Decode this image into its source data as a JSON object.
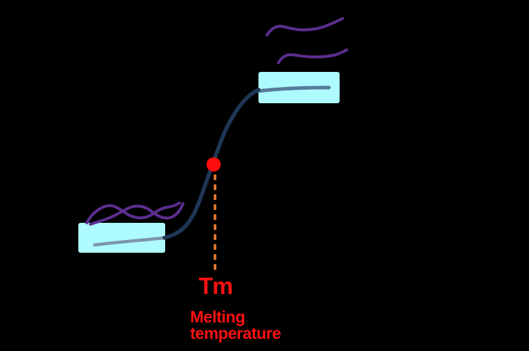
{
  "figure": {
    "background": "#000000",
    "labels": {
      "tm": "Tm",
      "melting_line1": "Melting",
      "melting_line2": "temperature"
    },
    "colors": {
      "curve": "#1f3555",
      "strand_in_box_low": "#7e95a9",
      "strand_in_box_high": "#587b9b",
      "duplex_box": "#adfbff",
      "unfolded_strand": "#5b2e8e",
      "midpoint_dot": "#fd0d0d",
      "tm_guide_line": "#ed7d31",
      "label_text": "#fd1111"
    }
  }
}
